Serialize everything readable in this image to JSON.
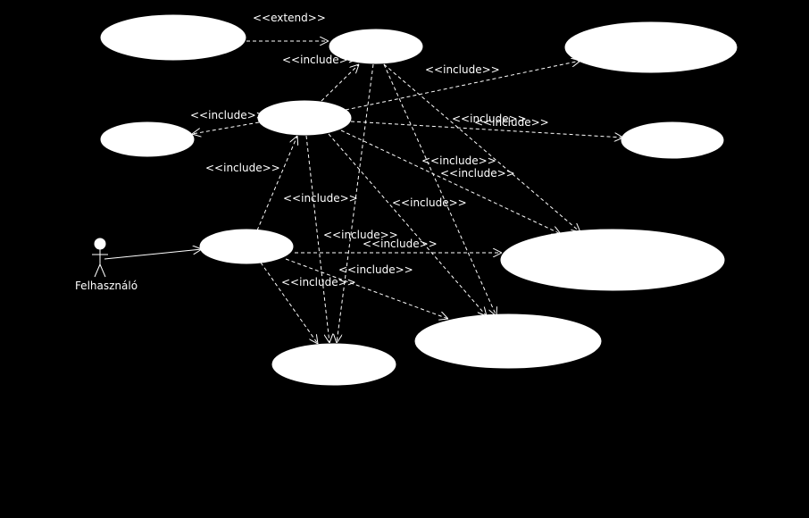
{
  "diagram": {
    "type": "uml-use-case",
    "background": "#000000",
    "foreground": "#ffffff",
    "actor": {
      "label": "Felhasználó"
    },
    "use_cases": [
      {
        "id": "uc-a",
        "label": ""
      },
      {
        "id": "uc-b",
        "label": ""
      },
      {
        "id": "uc-c",
        "label": ""
      },
      {
        "id": "uc-d",
        "label": ""
      },
      {
        "id": "uc-e",
        "label": ""
      },
      {
        "id": "uc-f",
        "label": ""
      },
      {
        "id": "uc-g",
        "label": ""
      },
      {
        "id": "uc-h",
        "label": ""
      },
      {
        "id": "uc-i",
        "label": ""
      },
      {
        "id": "uc-j",
        "label": ""
      }
    ],
    "relations": {
      "association": "association",
      "extend": "<<extend>>",
      "include": "<<include>>"
    }
  }
}
